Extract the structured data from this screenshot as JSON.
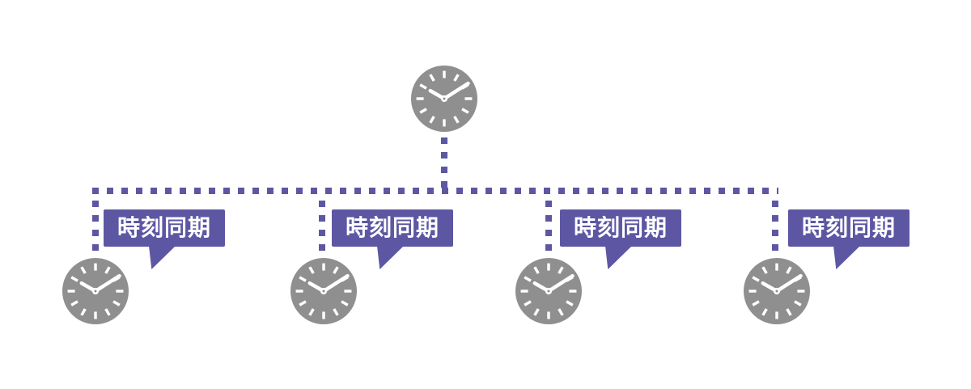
{
  "diagram": {
    "description": "time-synchronization-tree",
    "master_clock": {
      "icon": "analog-clock"
    },
    "branches": [
      {
        "label": "時刻同期",
        "icon": "analog-clock"
      },
      {
        "label": "時刻同期",
        "icon": "analog-clock"
      },
      {
        "label": "時刻同期",
        "icon": "analog-clock"
      },
      {
        "label": "時刻同期",
        "icon": "analog-clock"
      }
    ],
    "colors": {
      "accent_purple": "#5d57a3",
      "clock_gray": "#8f8f8f",
      "label_text": "#ffffff",
      "background": "#ffffff"
    }
  }
}
